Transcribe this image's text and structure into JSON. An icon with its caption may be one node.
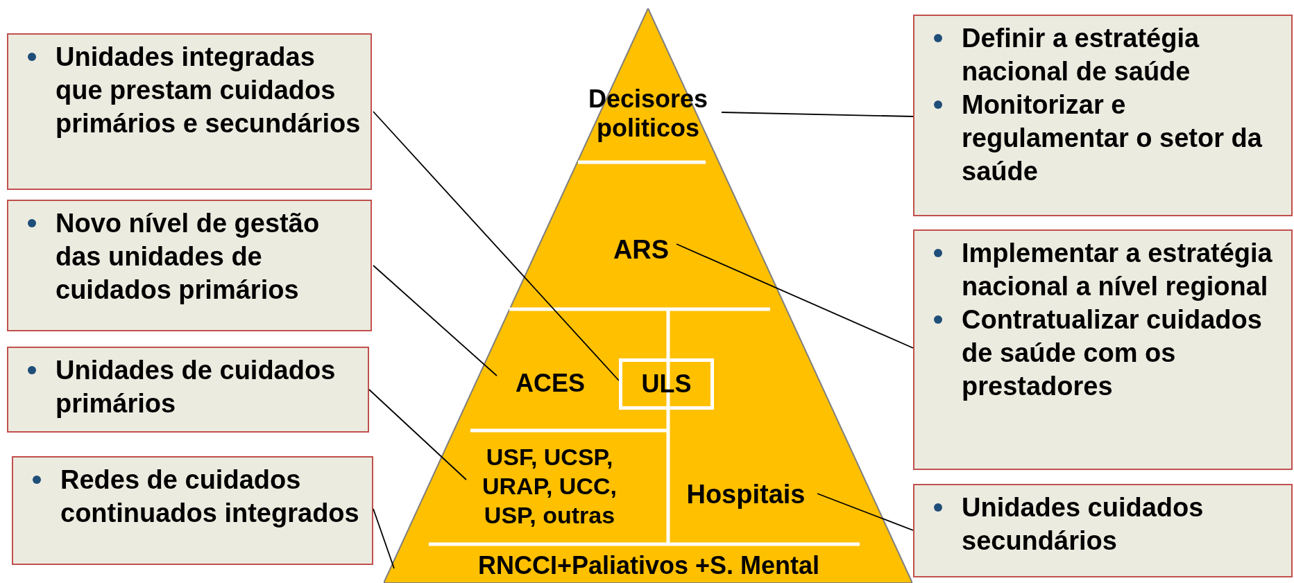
{
  "diagram": {
    "nodes": [
      {
        "text": [],
        "shape": "triangle"
      },
      {
        "text": [
          "Unidades integradas que prestam cuidados primários e secundários"
        ]
      },
      {
        "text": [
          "Decisores politicos"
        ],
        "in": 0
      },
      {
        "text": [
          "Definir a estratégia nacional de saúde",
          "Monitorizar e regulamentar o setor da saúde"
        ]
      },
      {
        "text": [
          "Novo nível de gestão das unidades de cuidados primários"
        ]
      },
      {
        "text": [
          "ARS"
        ],
        "in": 0
      },
      {
        "text": [
          "Implementar a estratégia nacional a nível regional",
          "Contratualizar cuidados de saúde com os prestadores"
        ]
      },
      {
        "text": [
          "Unidades de cuidados primários"
        ]
      },
      {
        "text": [
          "ACES"
        ],
        "in": 0
      },
      {
        "text": [
          "ULS"
        ],
        "in": 0
      },
      {
        "text": [
          "USF, UCSP, URAP, UCC, USP, outras"
        ],
        "in": 0
      },
      {
        "text": [
          "Redes de cuidados continuados integrados"
        ]
      },
      {
        "text": [
          "Hospitais"
        ],
        "in": 0
      },
      {
        "text": [
          "Unidades cuidados secundários"
        ]
      },
      {
        "text": [
          "RNCCI+Paliativos +S. Mental"
        ],
        "in": 0
      }
    ],
    "edges": [
      {
        "from": 1,
        "to": 9,
        "arrow": "none"
      },
      {
        "from": 2,
        "to": 3,
        "arrow": "none"
      },
      {
        "from": 4,
        "to": 8,
        "arrow": "none"
      },
      {
        "from": 5,
        "to": 6,
        "arrow": "none"
      },
      {
        "from": 7,
        "to": 10,
        "arrow": "none"
      },
      {
        "from": 11,
        "to": 0,
        "arrow": "none"
      },
      {
        "from": 12,
        "to": 13,
        "arrow": "none"
      }
    ]
  }
}
